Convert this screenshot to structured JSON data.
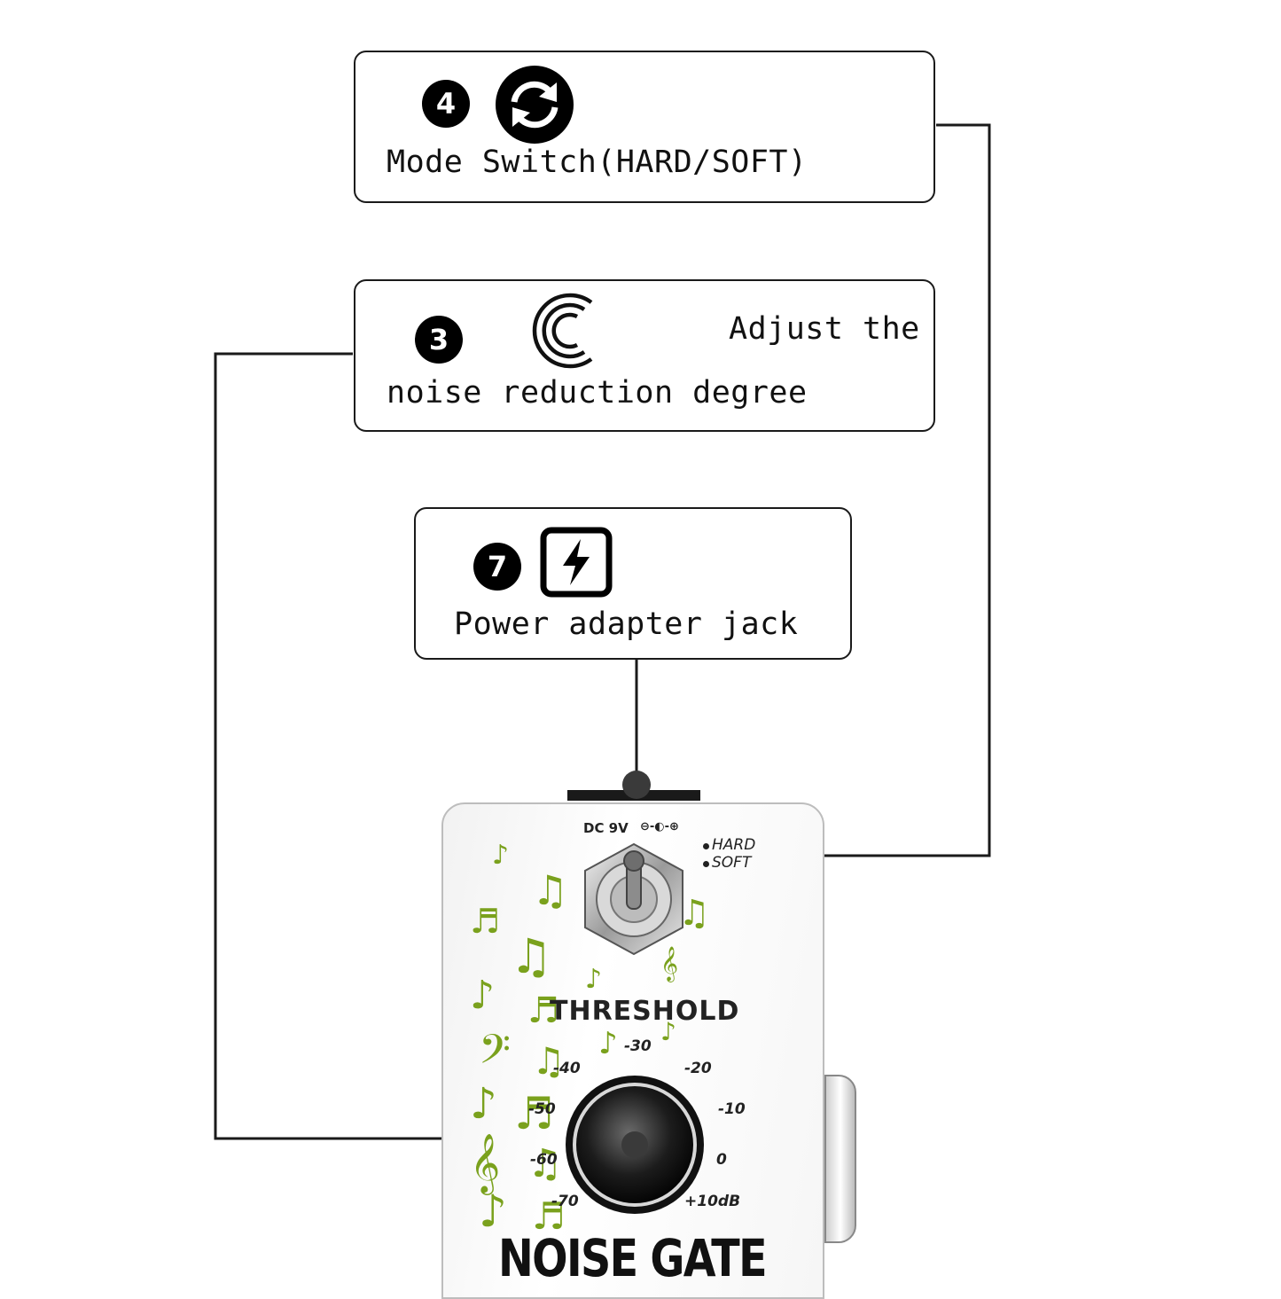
{
  "callouts": [
    {
      "number": "4",
      "label": "Mode Switch(HARD/SOFT)",
      "icon": "cycle-arrows-icon"
    },
    {
      "number": "3",
      "label_right": "Adjust the",
      "label": "noise reduction degree",
      "icon": "concentric-arcs-icon"
    },
    {
      "number": "7",
      "label": "Power adapter jack",
      "icon": "lightning-bolt-icon"
    }
  ],
  "pedal": {
    "power_label": "DC 9V",
    "power_polarity": "⊖-◐-⊕",
    "switch_hard": "HARD",
    "switch_soft": "SOFT",
    "knob_label": "THRESHOLD",
    "scale": [
      "-70",
      "-60",
      "-50",
      "-40",
      "-30",
      "-20",
      "-10",
      "0",
      "+10dB"
    ],
    "name": "NOISE GATE"
  },
  "colors": {
    "accent": "#7aa11d",
    "line": "#1a1a1a"
  }
}
